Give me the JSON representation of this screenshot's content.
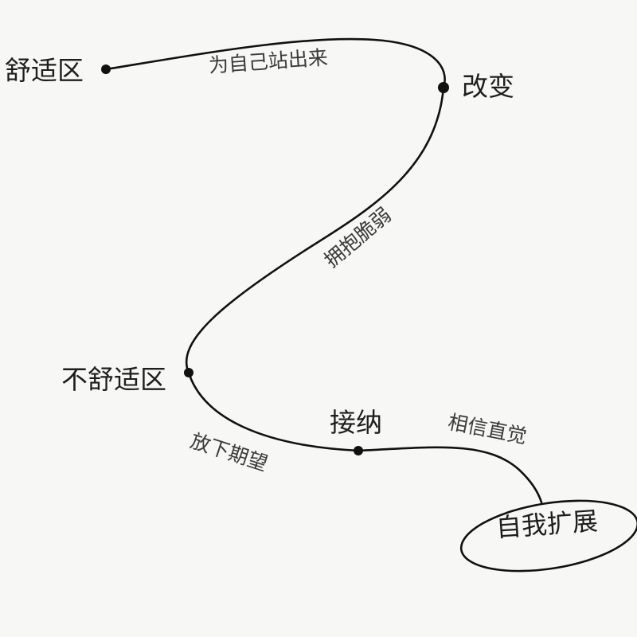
{
  "nodes": {
    "comfort_zone": "舒适区",
    "change": "改变",
    "discomfort_zone": "不舒适区",
    "accept": "接纳",
    "self_expansion": "自我扩展"
  },
  "edges": {
    "stand_up": "为自己站出来",
    "embrace_vulnerability": "拥抱脆弱",
    "let_go_expectations": "放下期望",
    "trust_intuition": "相信直觉"
  },
  "colors": {
    "ink": "#111111",
    "paper": "#f7f7f6"
  }
}
